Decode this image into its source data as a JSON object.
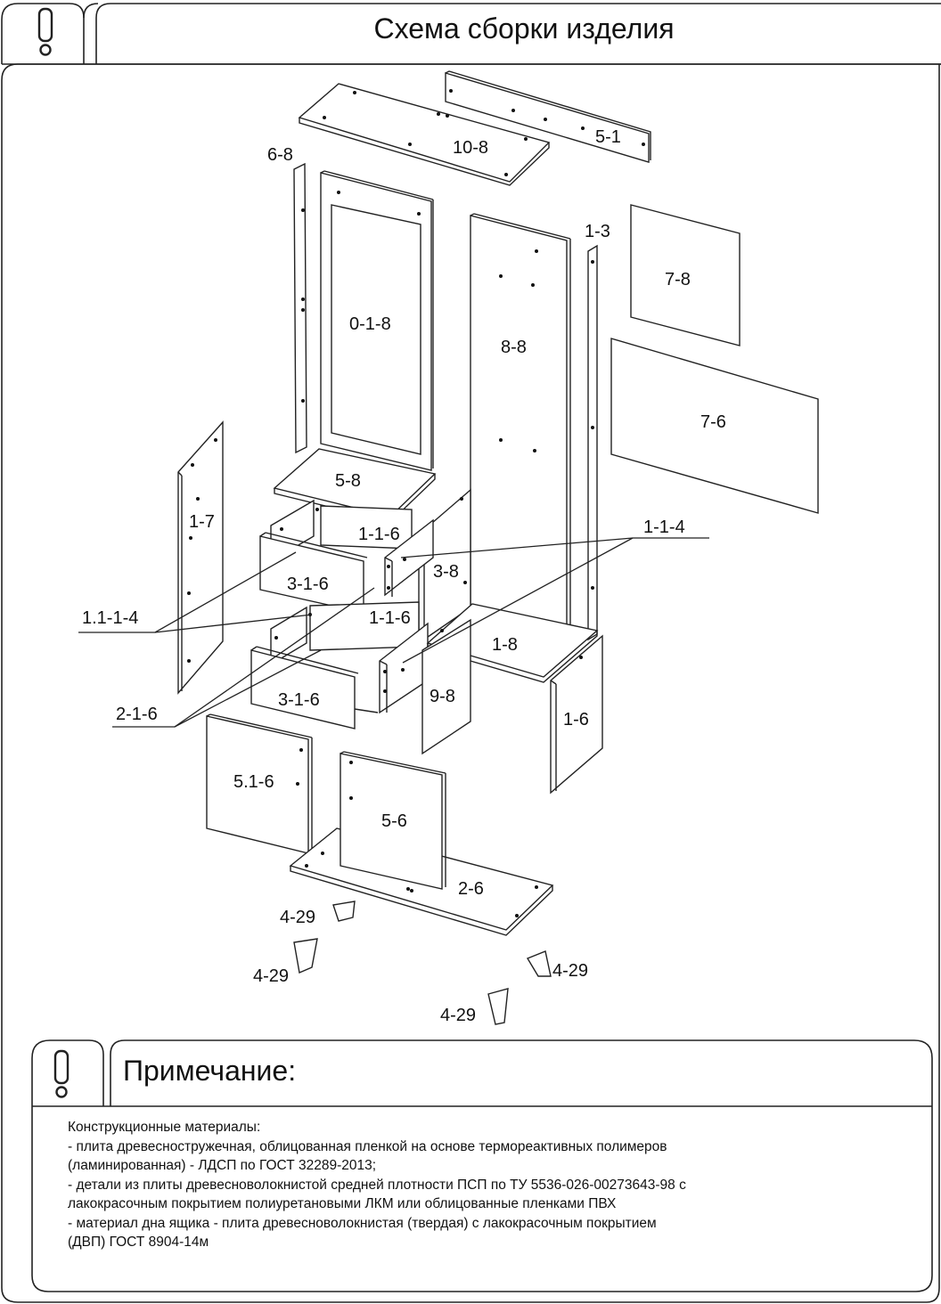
{
  "header": {
    "title": "Схема сборки изделия",
    "icon": "exclamation-icon"
  },
  "parts": {
    "p10_8": "10-8",
    "p5_1": "5-1",
    "p6_8": "6-8",
    "p0_1_8": "0-1-8",
    "p1_3": "1-3",
    "p7_8": "7-8",
    "p8_8": "8-8",
    "p7_6": "7-6",
    "p1_7": "1-7",
    "p5_8": "5-8",
    "p1_1_6_top": "1-1-6",
    "p1_1_4": "1-1-4",
    "p3_8": "3-8",
    "p3_1_6_top": "3-1-6",
    "p1_1_1_4": "1.1-1-4",
    "p1_1_6_mid": "1-1-6",
    "p1_8": "1-8",
    "p2_1_6": "2-1-6",
    "p3_1_6_bottom": "3-1-6",
    "p9_8": "9-8",
    "p1_6": "1-6",
    "p5_1_6": "5.1-6",
    "p5_6": "5-6",
    "p2_6": "2-6",
    "leg_a": "4-29",
    "leg_b": "4-29",
    "leg_c": "4-29",
    "leg_d": "4-29"
  },
  "note": {
    "title": "Примечание:",
    "lines": [
      "Конструкционные материалы:",
      "- плита древесностружечная, облицованная пленкой на основе термореактивных полимеров",
      "(ламинированная) - ЛДСП по ГОСТ 32289-2013;",
      "- детали из плиты древесноволокнистой средней плотности ПСП по ТУ 5536-026-00273643-98 с",
      "лакокрасочным покрытием полиуретановыми ЛКМ или облицованные пленками ПВХ",
      "- материал дна ящика - плита древесноволокнистая (твердая) с лакокрасочным покрытием",
      "(ДВП) ГОСТ 8904-14м"
    ]
  }
}
